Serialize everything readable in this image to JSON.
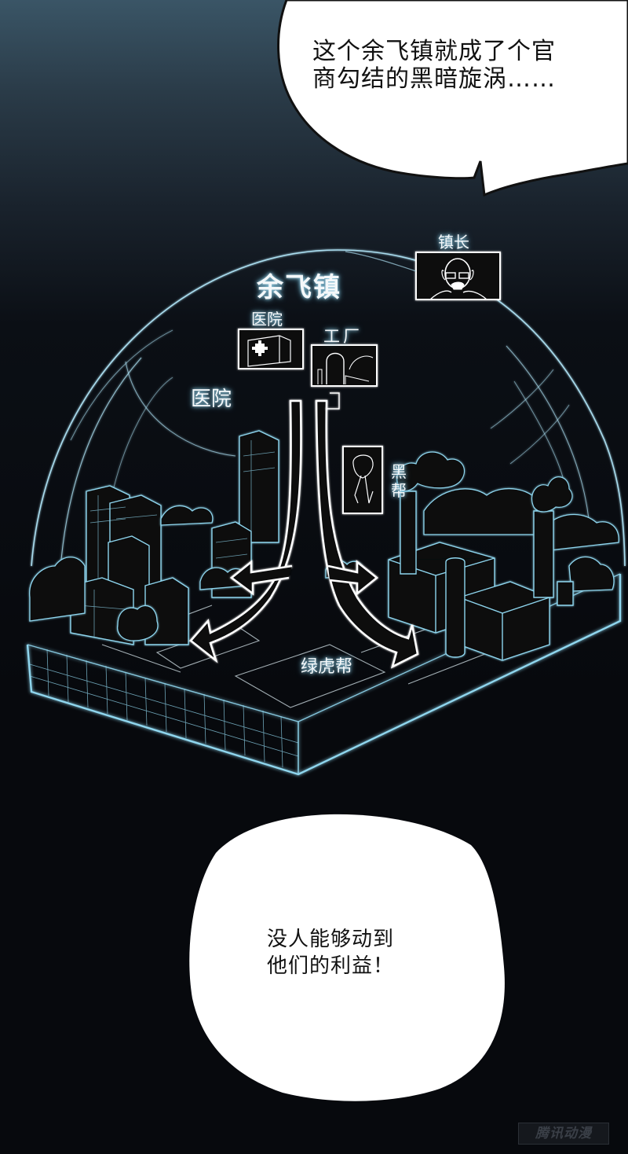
{
  "bubbles": {
    "top": {
      "text": "这个余飞镇就成了个官\n商勾结的黑暗旋涡……"
    },
    "bottom": {
      "text": "没人能够动到\n他们的利益！"
    }
  },
  "map": {
    "town_label": "余飞镇",
    "labels": {
      "hospital_icon_label": "医院",
      "factory_icon_label": "工厂",
      "hospital_label": "医院",
      "mayor_label": "镇长",
      "black_gang_label": "黑帮",
      "green_tiger_gang_label": "绿虎帮"
    },
    "icons": [
      {
        "name": "hospital-icon",
        "depicts": "building with medical cross"
      },
      {
        "name": "factory-icon",
        "depicts": "factory chimney with smoke"
      },
      {
        "name": "mayor-portrait-icon",
        "depicts": "bald man with glasses"
      },
      {
        "name": "black-gang-icon",
        "depicts": "neckerchief / scarf"
      }
    ],
    "colors": {
      "glow_line": "#8fd6ee",
      "label_text": "#f4f8fa",
      "background_dark": "#07090d",
      "background_top": "#3a5566"
    }
  },
  "watermark": {
    "text": "腾讯动漫"
  }
}
